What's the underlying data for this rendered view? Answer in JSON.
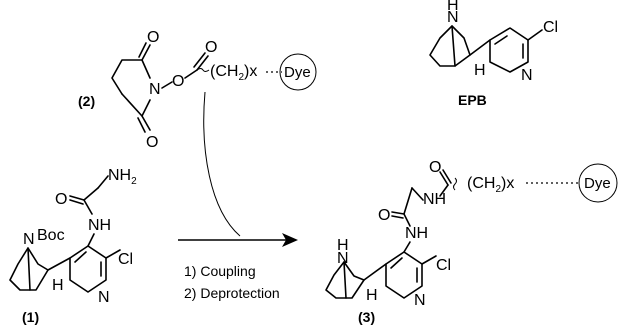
{
  "labels": {
    "reagent": "(2)",
    "start": "(1)",
    "product": "(3)",
    "reference": "EPB"
  },
  "atoms": {
    "O": "O",
    "N": "N",
    "NH": "NH",
    "NH2": "NH",
    "NH2_sub": "2",
    "H": "H",
    "Cl": "Cl",
    "Boc": "Boc",
    "ch2_open": "(CH",
    "ch2_sub": "2",
    "ch2_close": ")",
    "x": "x"
  },
  "dye": "Dye",
  "conditions": {
    "step1": "1) Coupling",
    "step2": "2) Deprotection"
  }
}
